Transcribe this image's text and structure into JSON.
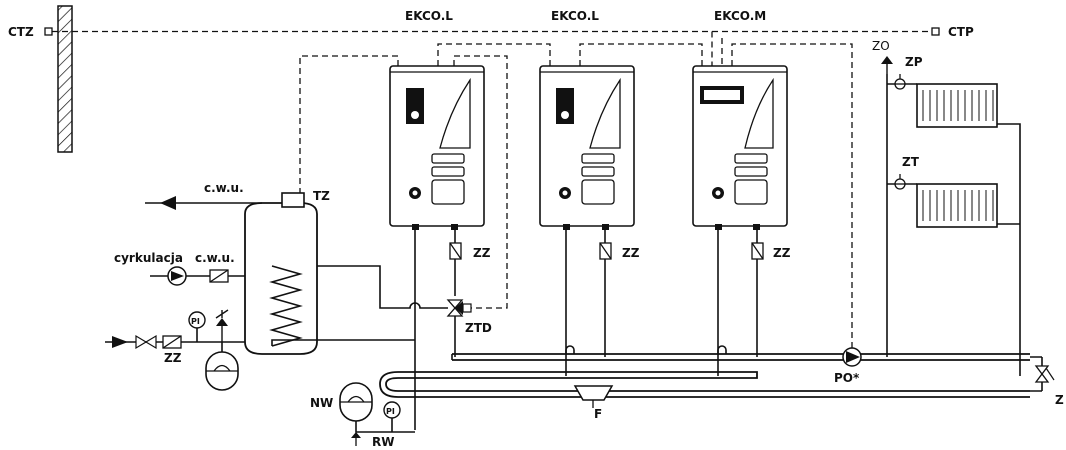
{
  "labels": {
    "ctz": "CTZ",
    "ctp": "CTP",
    "boiler1": "EKCO.L",
    "boiler2": "EKCO.L",
    "boiler3": "EKCO.M",
    "cwu": "c.w.u.",
    "cyrkulacja": "cyrkulacja",
    "cwu2": "c.w.u.",
    "tz": "TZ",
    "zz1": "ZZ",
    "zz2": "ZZ",
    "zz3": "ZZ",
    "zz_inlet": "ZZ",
    "ztd": "ZTD",
    "zo": "ZO",
    "zp": "ZP",
    "zt": "ZT",
    "po": "PO*",
    "nw": "NW",
    "rw": "RW",
    "f": "F",
    "z": "Z",
    "pi1": "PI",
    "pi2": "PI"
  }
}
